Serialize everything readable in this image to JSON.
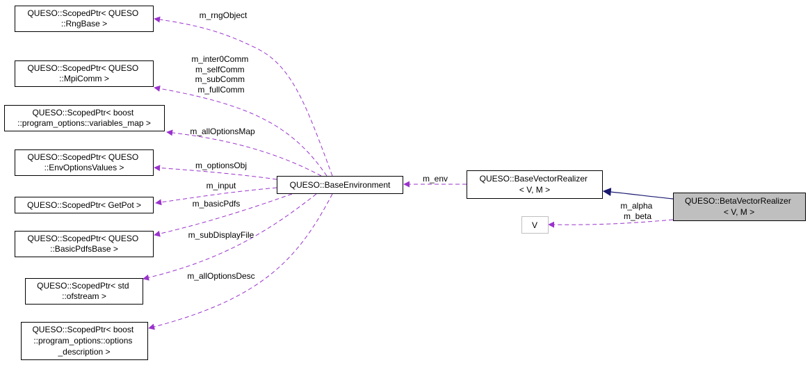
{
  "nodes": {
    "rng_base": [
      "QUESO::ScopedPtr< QUESO",
      "::RngBase >"
    ],
    "mpi_comm": [
      "QUESO::ScopedPtr< QUESO",
      "::MpiComm >"
    ],
    "variables_map": [
      "QUESO::ScopedPtr< boost",
      "::program_options::variables_map >"
    ],
    "env_options": [
      "QUESO::ScopedPtr< QUESO",
      "::EnvOptionsValues >"
    ],
    "getpot": [
      "QUESO::ScopedPtr< GetPot >"
    ],
    "basic_pdfs": [
      "QUESO::ScopedPtr< QUESO",
      "::BasicPdfsBase >"
    ],
    "ofstream": [
      "QUESO::ScopedPtr< std",
      "::ofstream >"
    ],
    "options_desc": [
      "QUESO::ScopedPtr< boost",
      "::program_options::options",
      "_description >"
    ],
    "base_environment": [
      "QUESO::BaseEnvironment"
    ],
    "base_vector_realizer": [
      "QUESO::BaseVectorRealizer",
      "< V, M >"
    ],
    "beta_vector_realizer": [
      "QUESO::BetaVectorRealizer",
      "< V, M >"
    ],
    "v": [
      "V"
    ]
  },
  "edge_labels": {
    "rng_object": [
      "m_rngObject"
    ],
    "comms": [
      "m_inter0Comm",
      "m_selfComm",
      "m_subComm",
      "m_fullComm"
    ],
    "all_options_map": [
      "m_allOptionsMap"
    ],
    "options_obj": [
      "m_optionsObj"
    ],
    "input": [
      "m_input"
    ],
    "basic_pdfs": [
      "m_basicPdfs"
    ],
    "sub_display_file": [
      "m_subDisplayFile"
    ],
    "all_options_desc": [
      "m_allOptionsDesc"
    ],
    "env": [
      "m_env"
    ],
    "alpha_beta": [
      "m_alpha",
      "m_beta"
    ]
  },
  "colors": {
    "member_edge": "#9a32cd",
    "inheritance_edge": "#191970",
    "highlight_fill": "#bfbfbf"
  }
}
